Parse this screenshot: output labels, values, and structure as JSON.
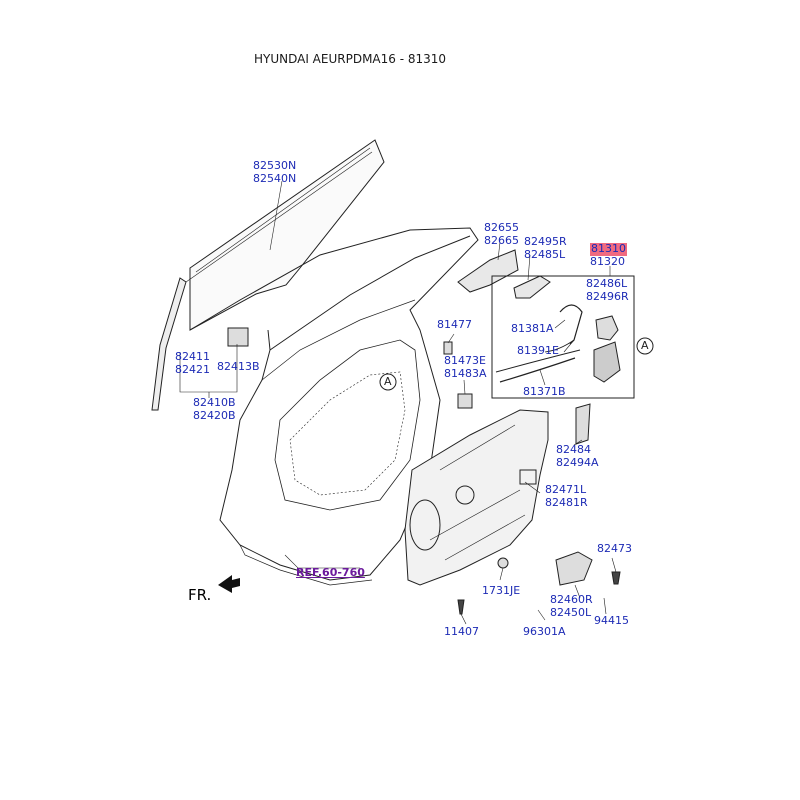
{
  "title": "HYUNDAI AEURPDMA16 - 81310",
  "labels": {
    "p82530": [
      "82530N",
      "82540N"
    ],
    "p82655": [
      "82655",
      "82665"
    ],
    "p82495": [
      "82495R",
      "82485L"
    ],
    "p81310": [
      "81310",
      "81320"
    ],
    "p82486": [
      "82486L",
      "82496R"
    ],
    "p81477": [
      "81477"
    ],
    "p81381": [
      "81381A"
    ],
    "p81391": [
      "81391E"
    ],
    "p81371": [
      "81371B"
    ],
    "p81473": [
      "81473E",
      "81483A"
    ],
    "p82411": [
      "82411",
      "82421"
    ],
    "p82413": [
      "82413B"
    ],
    "p82410": [
      "82410B",
      "82420B"
    ],
    "p82484": [
      "82484",
      "82494A"
    ],
    "p82471": [
      "82471L",
      "82481R"
    ],
    "p82473": [
      "82473"
    ],
    "p1731": [
      "1731JE"
    ],
    "p82460": [
      "82460R",
      "82450L"
    ],
    "p94415": [
      "94415"
    ],
    "p11407": [
      "11407"
    ],
    "p96301": [
      "96301A"
    ]
  },
  "highlighted_part": "81310",
  "ref": "REF.60-760",
  "front_label": "FR.",
  "circle_marker": "A",
  "colors": {
    "label": "#1d2bb5",
    "highlight": "#f06a80",
    "ref": "#6b1a9c",
    "line": "#222222"
  }
}
